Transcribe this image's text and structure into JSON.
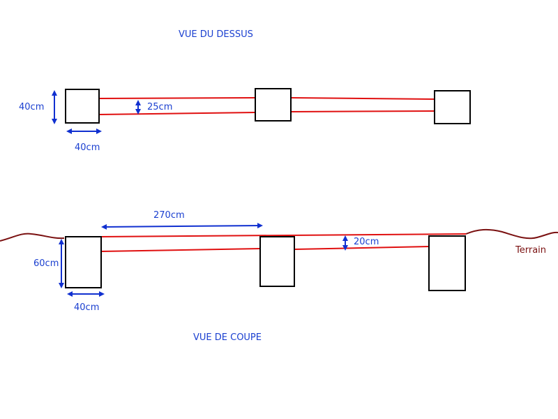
{
  "top_view": {
    "title": "VUE DU DESSUS",
    "box_height_label": "40cm",
    "box_width_label": "40cm",
    "pipe_spacing_label": "25cm"
  },
  "section_view": {
    "title": "VUE DE COUPE",
    "span_label": "270cm",
    "box_depth_label": "60cm",
    "box_width_label": "40cm",
    "pipe_spacing_label": "20cm",
    "terrain_label": "Terrain"
  },
  "colors": {
    "dimension": "#1030d0",
    "pipe": "#e01010",
    "terrain": "#7a1010",
    "box_outline": "#000000"
  }
}
